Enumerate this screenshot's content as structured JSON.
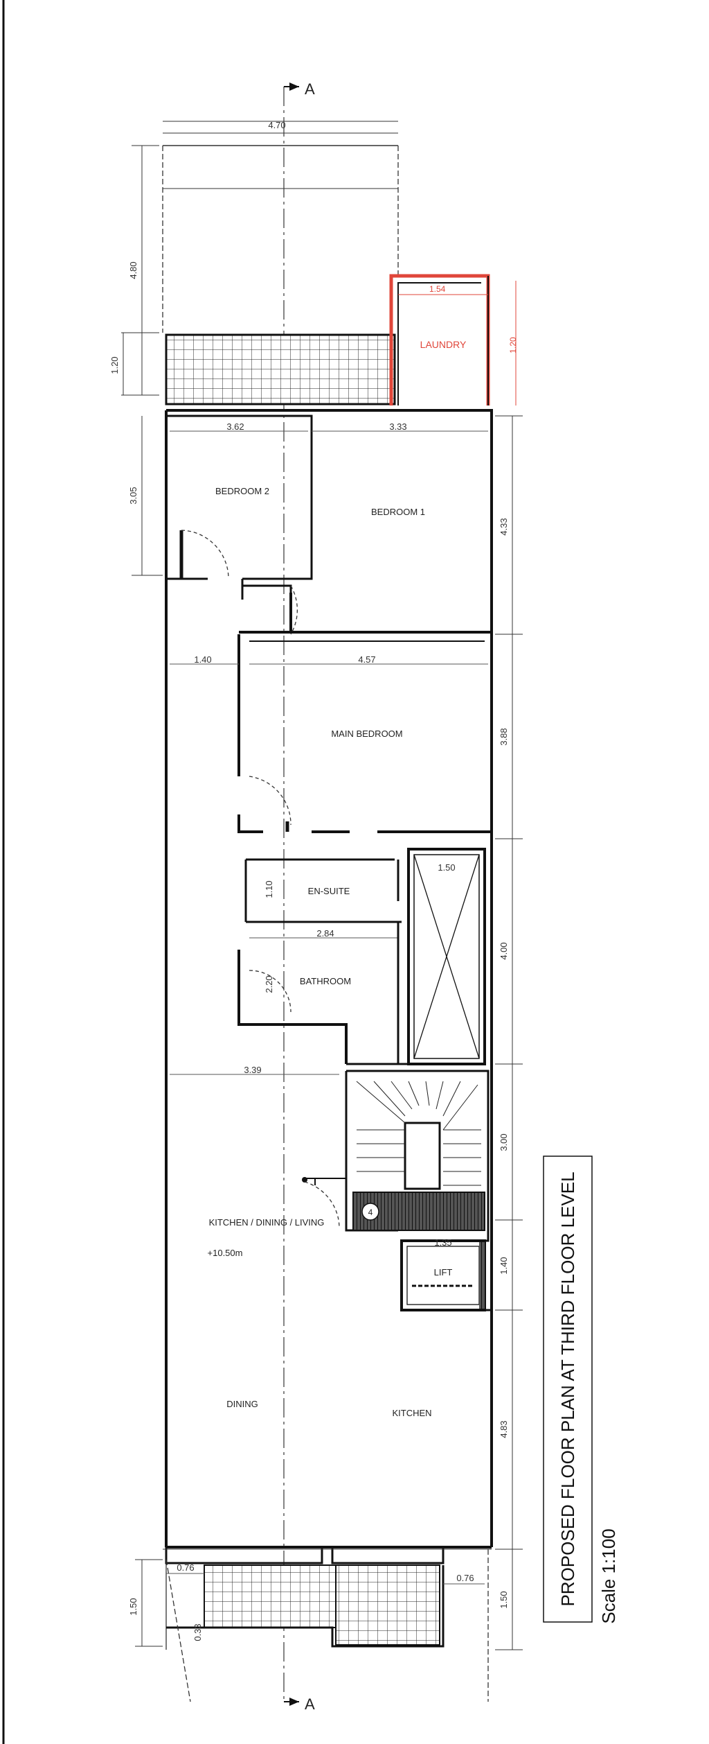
{
  "plan": {
    "section_marker_top": "A",
    "section_marker_bottom": "A",
    "title": "PROPOSED FLOOR PLAN AT THIRD FLOOR LEVEL",
    "scale": "Scale 1:100",
    "accent_color": "#e0463a"
  },
  "rooms": {
    "laundry": "LAUNDRY",
    "bedroom2": "BEDROOM 2",
    "bedroom1": "BEDROOM 1",
    "main_bedroom": "MAIN BEDROOM",
    "ensuite": "EN-SUITE",
    "bathroom": "BATHROOM",
    "kitchen_dining_living": "KITCHEN / DINING / LIVING",
    "level": "+10.50m",
    "lift": "LIFT",
    "dining": "DINING",
    "kitchen": "KITCHEN",
    "stair_number": "4"
  },
  "dims": {
    "top_width": "4.70",
    "left_top": "4.80",
    "left_terrace": "1.20",
    "laundry_w": "1.54",
    "laundry_h": "1.20",
    "bed2_w": "3.62",
    "bed1_w": "3.33",
    "bed2_h": "3.05",
    "bed1_h": "4.33",
    "corridor_w": "1.40",
    "main_w": "4.57",
    "main_h": "3.88",
    "ensuite_h": "1.10",
    "shaft_w": "1.50",
    "bath_w": "2.84",
    "bath_h": "2.20",
    "shaft_h": "4.00",
    "living_w": "3.39",
    "stair_h": "3.00",
    "lift_w": "1.35",
    "lift_h": "1.40",
    "kitchen_h": "4.83",
    "bottom_left_h": "1.50",
    "bottom_left_w": "0.76",
    "bottom_right_w": "0.76",
    "bottom_right_h": "1.50",
    "bottom_small": "0.33"
  }
}
